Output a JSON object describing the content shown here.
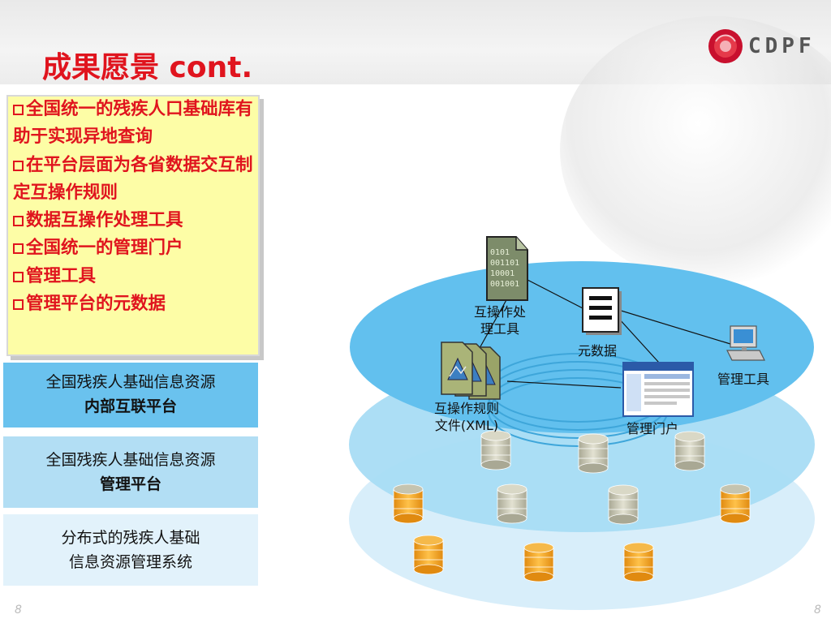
{
  "slide": {
    "title": "成果愿景 cont.",
    "logo_text": "CDPF",
    "page_left": "8",
    "page_right": "8"
  },
  "bullets": [
    "全国统一的残疾人口基础库有助于实现异地查询",
    "在平台层面为各省数据交互制定互操作规则",
    "数据互操作处理工具",
    "全国统一的管理门户",
    "管理工具",
    "管理平台的元数据"
  ],
  "layers": [
    {
      "line1": "全国残疾人基础信息资源",
      "line2": "内部互联平台"
    },
    {
      "line1": "全国残疾人基础信息资源",
      "line2": "管理平台"
    },
    {
      "line1": "分布式的残疾人基础",
      "line2": "信息资源管理系统"
    }
  ],
  "diagram": {
    "labels": {
      "tool_line1": "互操作处",
      "tool_line2": "理工具",
      "metadata": "元数据",
      "mgmt_tool": "管理工具",
      "rules_line1": "互操作规则",
      "rules_line2": "文件(XML)",
      "portal": "管理门户"
    },
    "doc_binary": [
      "0101",
      "001101",
      "10001",
      "001001"
    ],
    "colors": {
      "layer_top": "#62c0ee",
      "layer_mid": "#a8dcf4",
      "layer_bottom": "#d8eefa",
      "db_orange": "#f5a21e",
      "db_gray": "#c5c4b0",
      "accent_red": "#e0141e",
      "bullet_bg": "#fdfda6"
    }
  }
}
